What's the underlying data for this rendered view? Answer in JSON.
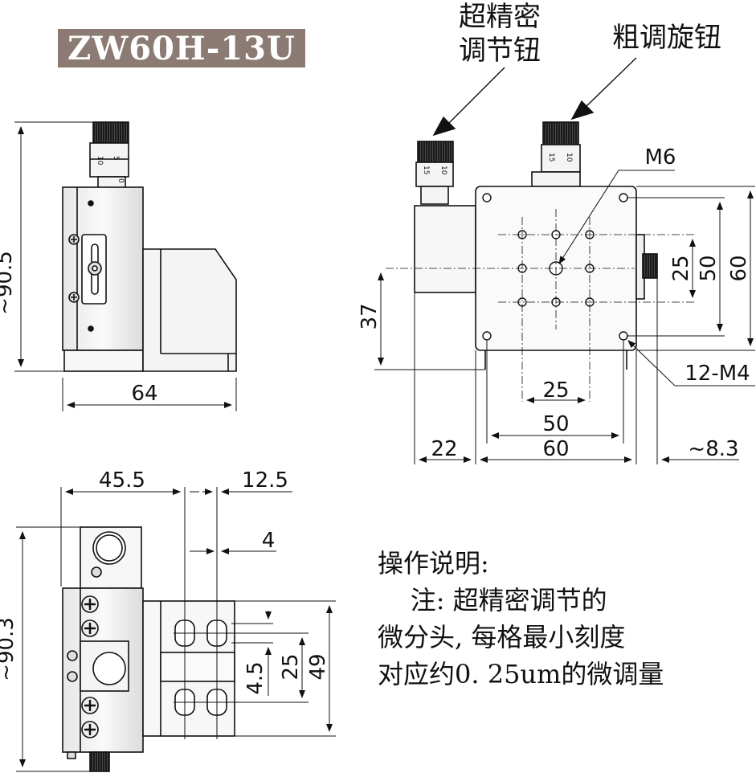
{
  "title": "ZW60H-13U",
  "callouts": {
    "fine_knob": [
      "超精密",
      "调节钮"
    ],
    "coarse_knob": "粗调旋钮",
    "center_hole": "M6",
    "corner_holes": "12-M4"
  },
  "dimensions": {
    "side_height": "~90.5",
    "side_width": "64",
    "top_offset": "37",
    "top_25_horizontal": "25",
    "top_50_horizontal": "50",
    "top_60_horizontal": "60",
    "top_22": "22",
    "top_8_3": "~8.3",
    "top_25_vertical": "25",
    "top_50_vertical": "50",
    "top_60_vertical": "60",
    "bottom_45_5": "45.5",
    "bottom_12_5": "12.5",
    "bottom_4": "4",
    "bottom_height": "~90.3",
    "bottom_4_5": "4.5",
    "bottom_25": "25",
    "bottom_49": "49"
  },
  "scale_marks": {
    "fine": [
      "10",
      "5",
      "0"
    ],
    "coarse": [
      "15",
      "10"
    ],
    "micro": [
      "15",
      "10"
    ]
  },
  "notes": {
    "heading": "操作说明:",
    "line1": "    注: 超精密调节的",
    "line2": "微分头, 每格最小刻度",
    "line3": "对应约0. 25um的微调量"
  }
}
